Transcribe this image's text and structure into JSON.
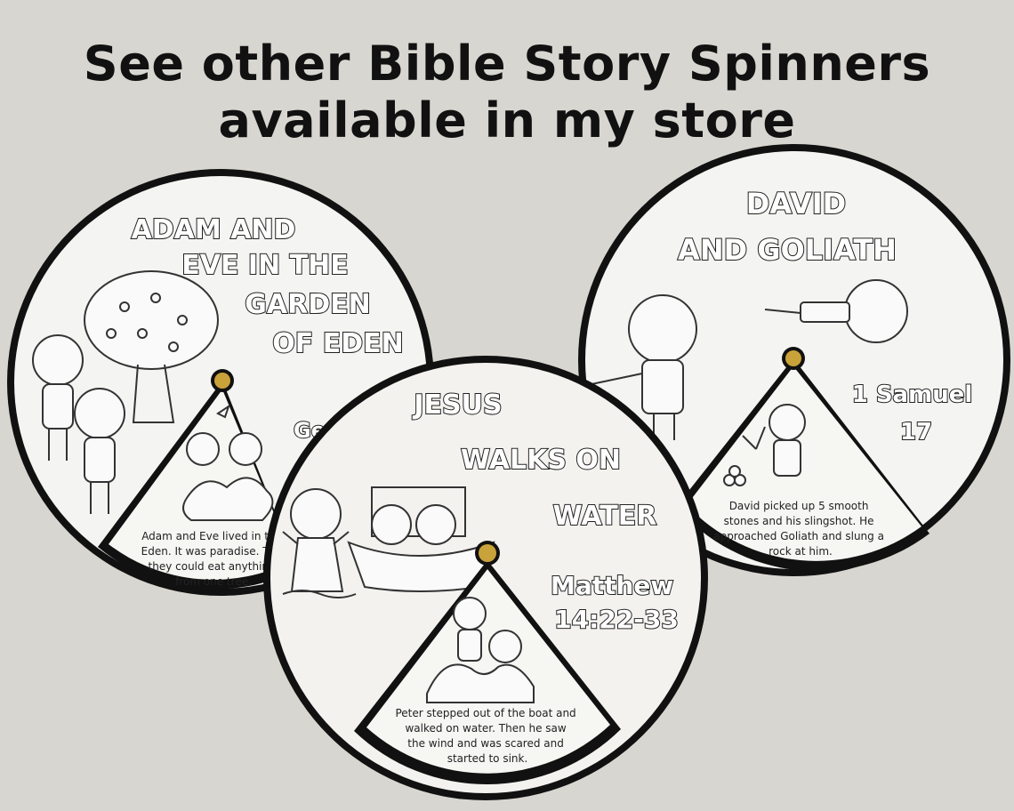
{
  "headline": {
    "line1": "See other Bible Story Spinners",
    "line2": "available in my store"
  },
  "spinners": {
    "adam_eve": {
      "title_lines": [
        "ADAM AND",
        "EVE IN THE",
        "GARDEN",
        "OF EDEN"
      ],
      "reference_fragment": "Ge",
      "story_lines": [
        "Adam and Eve lived in the",
        "Eden.  It was paradise. The",
        "they could eat anything",
        "from one tree."
      ]
    },
    "david_goliath": {
      "title_lines": [
        "DAVID",
        "AND GOLIATH"
      ],
      "reference_lines": [
        "1 Samuel",
        "17"
      ],
      "story_lines": [
        "David picked up 5 smooth",
        "stones and his slingshot. He",
        "approached Goliath and slung a",
        "rock at him."
      ]
    },
    "jesus_water": {
      "title_lines": [
        "JESUS",
        "WALKS ON",
        "WATER"
      ],
      "reference_lines": [
        "Matthew",
        "14:22-33"
      ],
      "story_lines": [
        "Peter stepped out of the boat and",
        "walked on water.  Then he saw",
        "the wind and was scared and",
        "started to sink."
      ]
    }
  },
  "colors": {
    "background": "#d8d6d0",
    "paper": "#f4f4f2",
    "border": "#111111",
    "fastener": "#c9a23a"
  }
}
